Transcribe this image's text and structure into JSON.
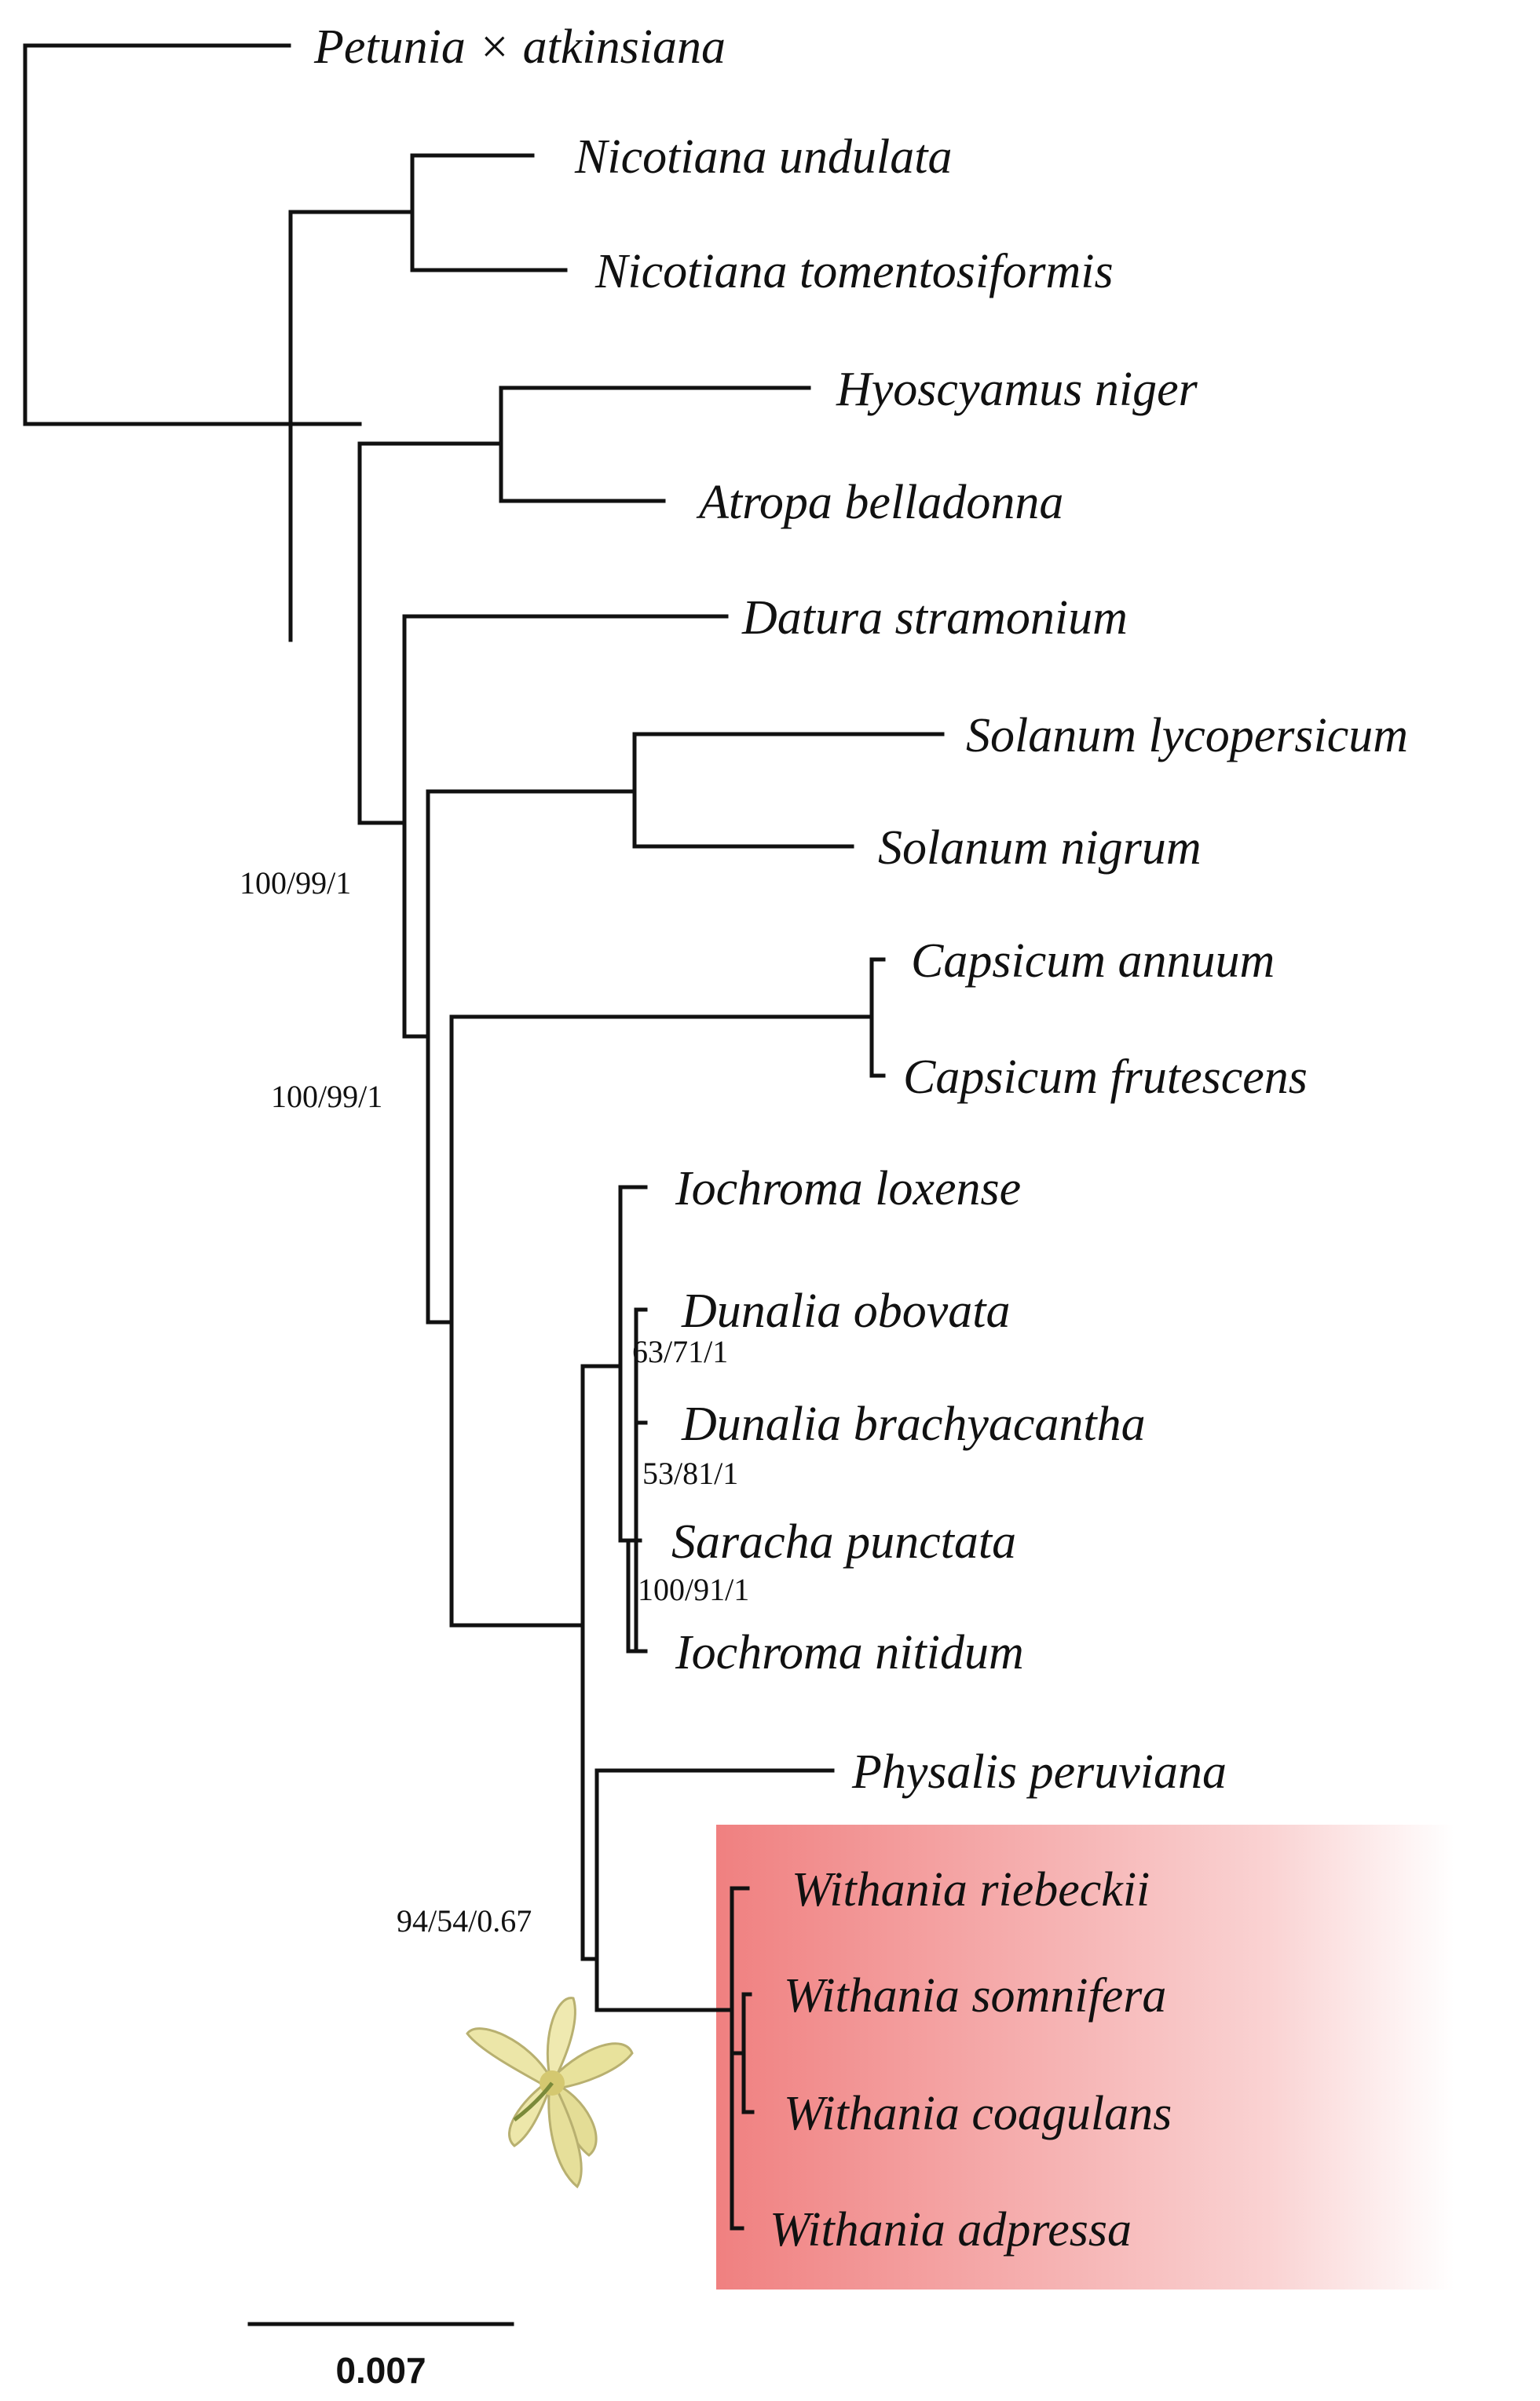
{
  "taxa": [
    {
      "label": "Petunia × atkinsiana"
    },
    {
      "label": "Nicotiana undulata"
    },
    {
      "label": "Nicotiana tomentosiformis"
    },
    {
      "label": "Hyoscyamus niger"
    },
    {
      "label": "Atropa belladonna"
    },
    {
      "label": "Datura stramonium"
    },
    {
      "label": "Solanum lycopersicum"
    },
    {
      "label": "Solanum nigrum"
    },
    {
      "label": "Capsicum annuum"
    },
    {
      "label": "Capsicum frutescens"
    },
    {
      "label": "Iochroma loxense"
    },
    {
      "label": "Dunalia obovata"
    },
    {
      "label": "Dunalia brachyacantha"
    },
    {
      "label": "Saracha punctata"
    },
    {
      "label": "Iochroma nitidum"
    },
    {
      "label": "Physalis peruviana"
    },
    {
      "label": "Withania riebeckii"
    },
    {
      "label": "Withania somnifera"
    },
    {
      "label": "Withania coagulans"
    },
    {
      "label": "Withania adpressa"
    }
  ],
  "support_values": [
    {
      "label": "100/99/1"
    },
    {
      "label": "100/99/1"
    },
    {
      "label": "63/71/1"
    },
    {
      "label": "53/81/1"
    },
    {
      "label": "100/91/1"
    },
    {
      "label": "94/54/0.67"
    }
  ],
  "scale_bar": {
    "label": "0.007"
  },
  "highlight": {
    "color": "#f08080"
  }
}
